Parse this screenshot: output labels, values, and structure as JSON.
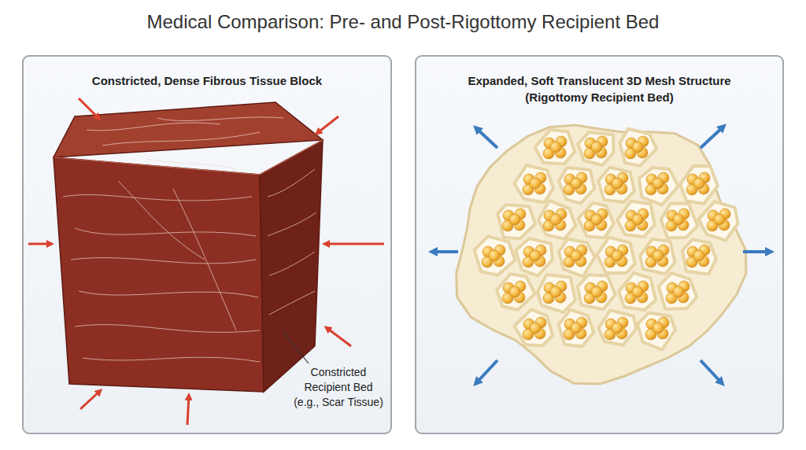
{
  "diagram": {
    "title": "Medical Comparison: Pre- and Post-Rigottomy Recipient Bed",
    "nodes": [
      {
        "text": [
          "Constricted, Dense Fibrous Tissue Block"
        ]
      },
      {
        "text": [
          "Expanded, Soft Translucent 3D Mesh Structure",
          "(Rigottomy Recipient Bed)"
        ]
      }
    ],
    "labels": [
      "Constricted Recipient Bed (e.g., Scar Tissue)"
    ]
  }
}
